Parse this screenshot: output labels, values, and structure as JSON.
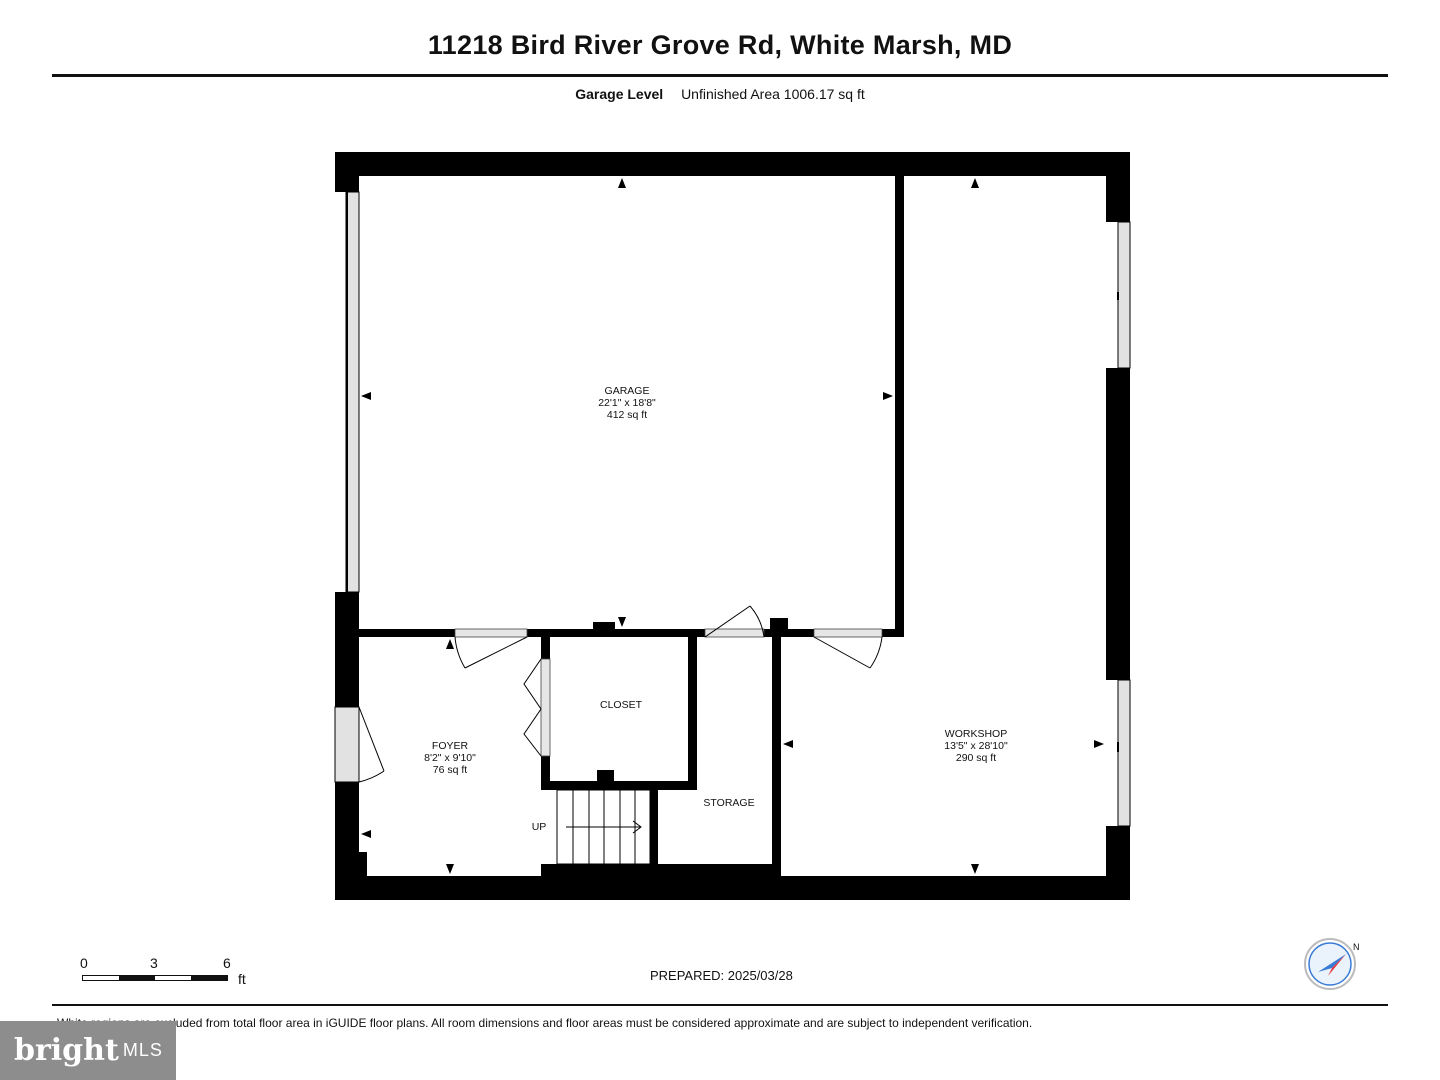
{
  "header": {
    "title": "11218 Bird River Grove Rd, White Marsh, MD",
    "level_label": "Garage Level",
    "area_label": "Unfinished Area 1006.17 sq ft"
  },
  "rooms": {
    "garage": {
      "name": "GARAGE",
      "dims": "22'1\" x 18'8\"",
      "area": "412 sq ft"
    },
    "workshop": {
      "name": "WORKSHOP",
      "dims": "13'5\" x 28'10\"",
      "area": "290 sq ft"
    },
    "foyer": {
      "name": "FOYER",
      "dims": "8'2\" x 9'10\"",
      "area": "76 sq ft"
    },
    "closet": {
      "name": "CLOSET"
    },
    "storage": {
      "name": "STORAGE"
    },
    "stairs": {
      "label": "UP"
    }
  },
  "scale_bar": {
    "ticks": [
      "0",
      "3",
      "6"
    ],
    "unit": "ft"
  },
  "compass": {
    "label": "N",
    "accent": "#e8323c",
    "ring": "#3a7bd5"
  },
  "footer": {
    "prepared": "PREPARED: 2025/03/28",
    "disclaimer": "White regions are excluded from total floor area in iGUIDE floor plans. All room dimensions and floor areas must be considered approximate and are subject to independent verification."
  },
  "logo": {
    "brand": "bright",
    "suffix": "MLS"
  }
}
